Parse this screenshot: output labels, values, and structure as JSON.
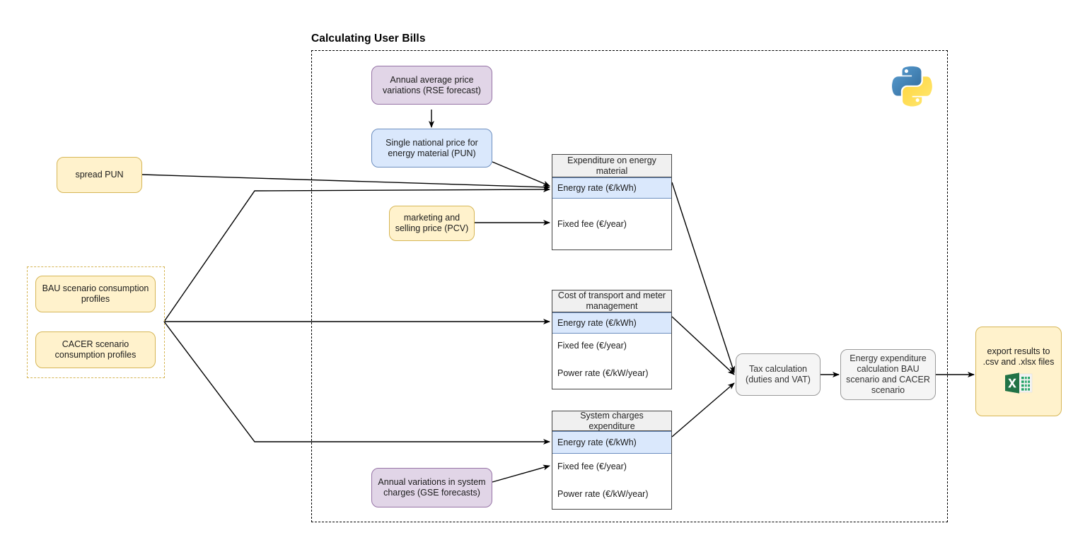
{
  "diagram": {
    "title": "Calculating User Bills",
    "type": "flowchart",
    "colors": {
      "yellow_fill": "#fff2cc",
      "yellow_stroke": "#d6b656",
      "purple_fill": "#e1d5e7",
      "purple_stroke": "#9673a6",
      "blue_fill": "#dae8fc",
      "blue_stroke": "#6c8ebf",
      "grey_fill": "#f5f5f5",
      "grey_stroke": "#9a9a9a",
      "table_header_fill": "#f0f0f0",
      "edge_stroke": "#000000"
    }
  },
  "inputs": {
    "spread_pun": "spread PUN",
    "bau_profiles": "BAU scenario consumption profiles",
    "cacer_profiles": "CACER scenario consumption profiles",
    "pcv": "marketing and selling price (PCV)"
  },
  "forecasts": {
    "rse": "Annual average price variations (RSE forecast)",
    "gse": "Annual variations in system charges (GSE forecasts)"
  },
  "prices": {
    "pun": "Single national price for energy material (PUN)"
  },
  "tables": [
    {
      "name": "energy-material-expenditure",
      "header": "Expenditure on energy material",
      "rows": [
        {
          "label": "Energy rate (€/kWh)",
          "highlight": true
        },
        {
          "label": "Fixed fee (€/year)",
          "highlight": false
        }
      ]
    },
    {
      "name": "transport-meter-cost",
      "header": "Cost of transport and meter management",
      "rows": [
        {
          "label": "Energy rate (€/kWh)",
          "highlight": true
        },
        {
          "label": "Fixed fee (€/year)",
          "highlight": false
        },
        {
          "label": "Power rate (€/kW/year)",
          "highlight": false
        }
      ]
    },
    {
      "name": "system-charges-expenditure",
      "header": "System charges expenditure",
      "rows": [
        {
          "label": "Energy rate (€/kWh)",
          "highlight": true
        },
        {
          "label": "Fixed fee (€/year)",
          "highlight": false
        },
        {
          "label": "Power rate (€/kW/year)",
          "highlight": false
        }
      ]
    }
  ],
  "processes": {
    "tax": "Tax calculation (duties and VAT)",
    "energy_expenditure": "Energy expenditure calculation BAU scenario and CACER scenario"
  },
  "output": {
    "export": "export results to .csv and .xlsx files",
    "icon": "excel-icon"
  },
  "icons": {
    "python": "python-logo"
  }
}
